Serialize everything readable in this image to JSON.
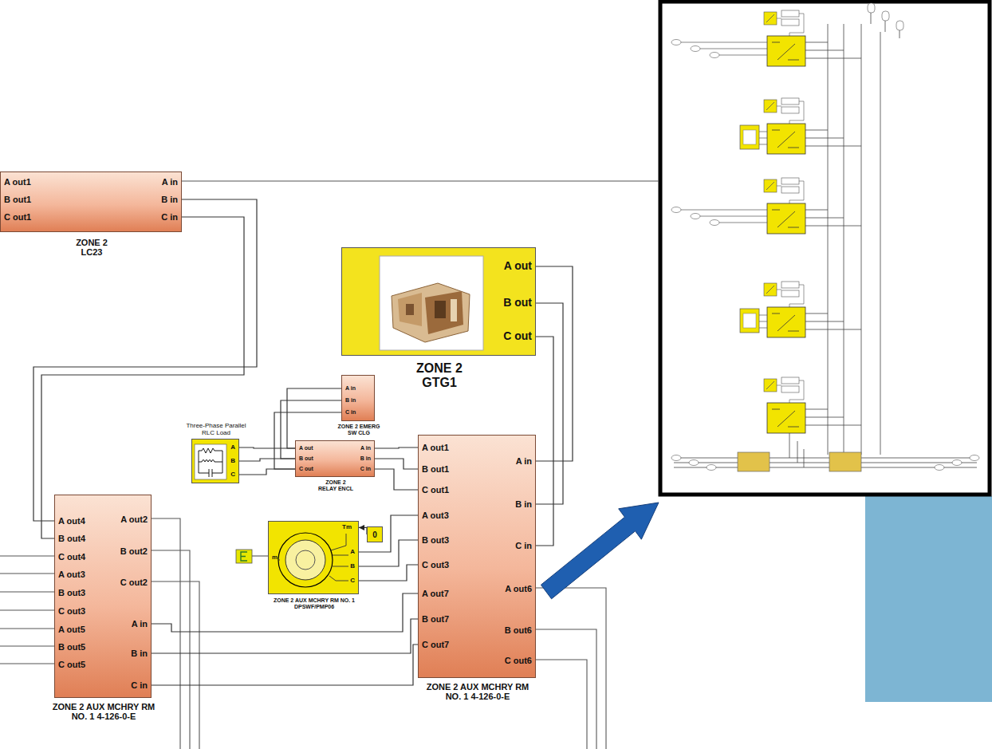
{
  "diagram": {
    "nodes": [
      {
        "text": [
          "A out1",
          "B out1",
          "C out1",
          "A in",
          "B in",
          "C in",
          "ZONE 2 LC23"
        ]
      },
      {
        "text": [
          "A out",
          "B out",
          "C out",
          "ZONE 2 GTG1"
        ]
      },
      {
        "text": [
          "Three-Phase Parallel RLC Load",
          "A",
          "B",
          "C"
        ]
      },
      {
        "text": [
          "A in",
          "B in",
          "C in",
          "ZONE 2 EMERG SW CLG"
        ]
      },
      {
        "text": [
          "A out",
          "B out",
          "C out",
          "A in",
          "B in",
          "C in",
          "ZONE 2 RELAY ENCL"
        ]
      },
      {
        "text": [
          "A out1",
          "B out1",
          "C out1",
          "A out3",
          "B out3",
          "C out3",
          "A out7",
          "B out7",
          "C out7",
          "A in",
          "B in",
          "C in",
          "A out6",
          "B out6",
          "C out6",
          "ZONE 2 AUX MCHRY RM NO. 1 4-126-0-E"
        ]
      },
      {
        "text": [
          "A out4",
          "B out4",
          "C out4",
          "A out3",
          "B out3",
          "C out3",
          "A out5",
          "B out5",
          "C out5",
          "A out2",
          "B out2",
          "C out2",
          "A in",
          "B in",
          "C in",
          "ZONE 2 AUX MCHRY RM NO. 1 4-126-0-E"
        ]
      },
      {
        "text": [
          "0"
        ]
      },
      {
        "text": [
          "Tm",
          "m",
          "A",
          "B",
          "C",
          "ZONE 2 AUX MCHRY RM NO. 1 DPSWF/PMP06"
        ]
      }
    ],
    "edges": [
      {
        "from": 0,
        "to": 6,
        "arrow": "none"
      },
      {
        "from": 1,
        "to": 5,
        "arrow": "none"
      },
      {
        "from": 2,
        "to": 4,
        "arrow": "none"
      },
      {
        "from": 3,
        "to": 4,
        "arrow": "none"
      },
      {
        "from": 4,
        "to": 5,
        "arrow": "none"
      },
      {
        "from": 8,
        "to": 5,
        "arrow": "none"
      },
      {
        "from": 6,
        "to": 5,
        "arrow": "none"
      },
      {
        "from": 7,
        "to": 8,
        "arrow": "to"
      }
    ]
  }
}
